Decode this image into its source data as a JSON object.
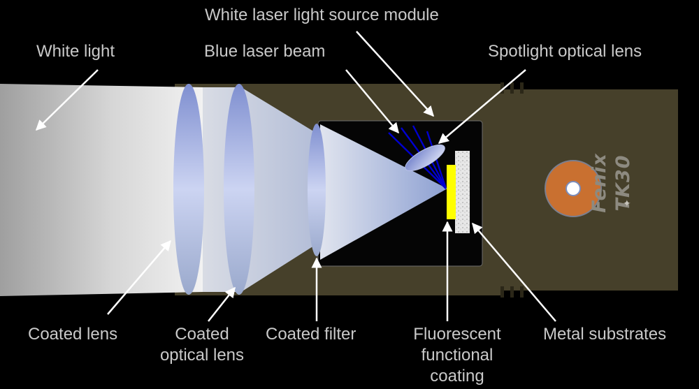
{
  "labels": {
    "top_module": "White laser light source module",
    "white_light": "White light",
    "blue_beam": "Blue laser beam",
    "spotlight_lens": "Spotlight optical lens",
    "coated_lens": "Coated lens",
    "coated_optical_lens_line1": "Coated",
    "coated_optical_lens_line2": "optical lens",
    "coated_filter": "Coated filter",
    "fluorescent_line1": "Fluorescent",
    "fluorescent_line2": "functional",
    "fluorescent_line3": "coating",
    "metal_substrates": "Metal substrates"
  },
  "brand": {
    "model": "Fenix TK30"
  },
  "colors": {
    "background": "#000000",
    "body": "#46402a",
    "label_text": "#c9c9c9",
    "blue_laser": "#0000cc",
    "fluorescent_coating": "#ffff00",
    "button_orange": "#c97030"
  }
}
